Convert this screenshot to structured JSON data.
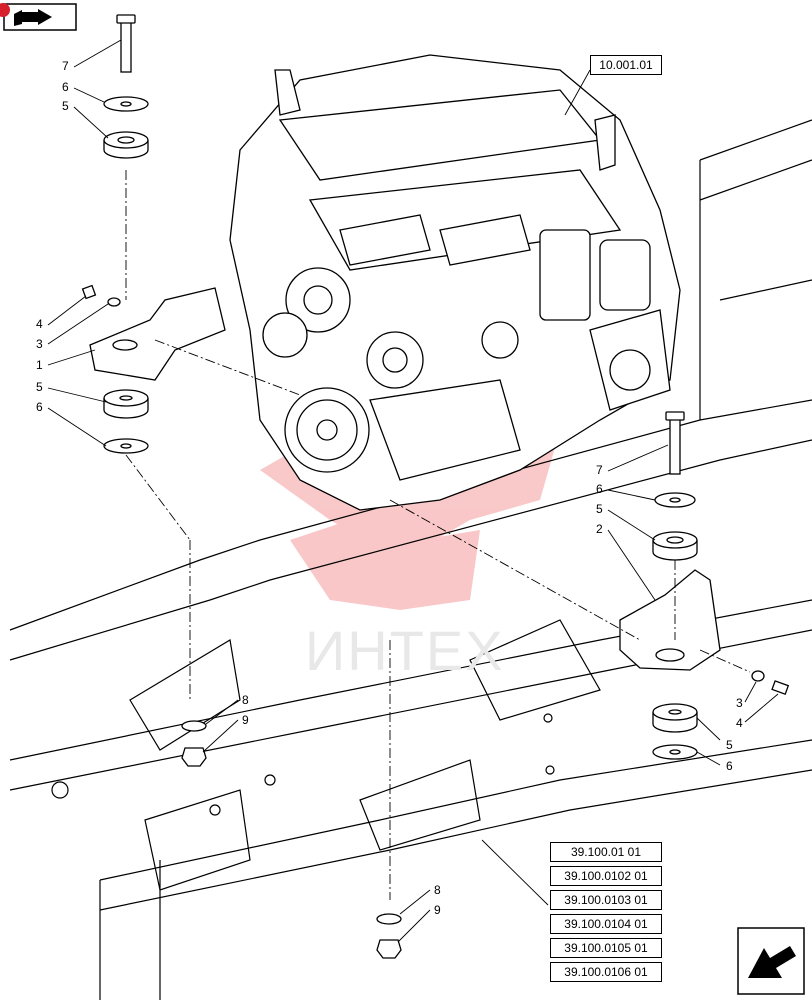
{
  "engine_ref": "10.001.01",
  "watermark_text": "ИНТЕХ",
  "colors": {
    "line": "#000000",
    "watermark": "#f7b5b5",
    "badge": "#d6202c"
  },
  "icons": {
    "top_left": "book-arrow-icon",
    "bottom_right": "navigation-arrow-icon"
  },
  "callouts_left": {
    "bolt": "7",
    "washer_top": "6",
    "mount_top": "5",
    "bolt_side": "4",
    "washer_side": "3",
    "bracket": "1",
    "mount_bottom": "5",
    "washer_bottom": "6"
  },
  "callouts_right": {
    "bolt": "7",
    "washer_top": "6",
    "mount_top": "5",
    "bracket": "2",
    "washer_side": "3",
    "bolt_side": "4",
    "mount_bottom": "5",
    "washer_bottom": "6"
  },
  "callouts_nuts": {
    "upper_washer": "8",
    "upper_nut": "9",
    "lower_washer": "8",
    "lower_nut": "9"
  },
  "references": [
    "39.100.01 01",
    "39.100.0102 01",
    "39.100.0103 01",
    "39.100.0104 01",
    "39.100.0105 01",
    "39.100.0106 01"
  ]
}
